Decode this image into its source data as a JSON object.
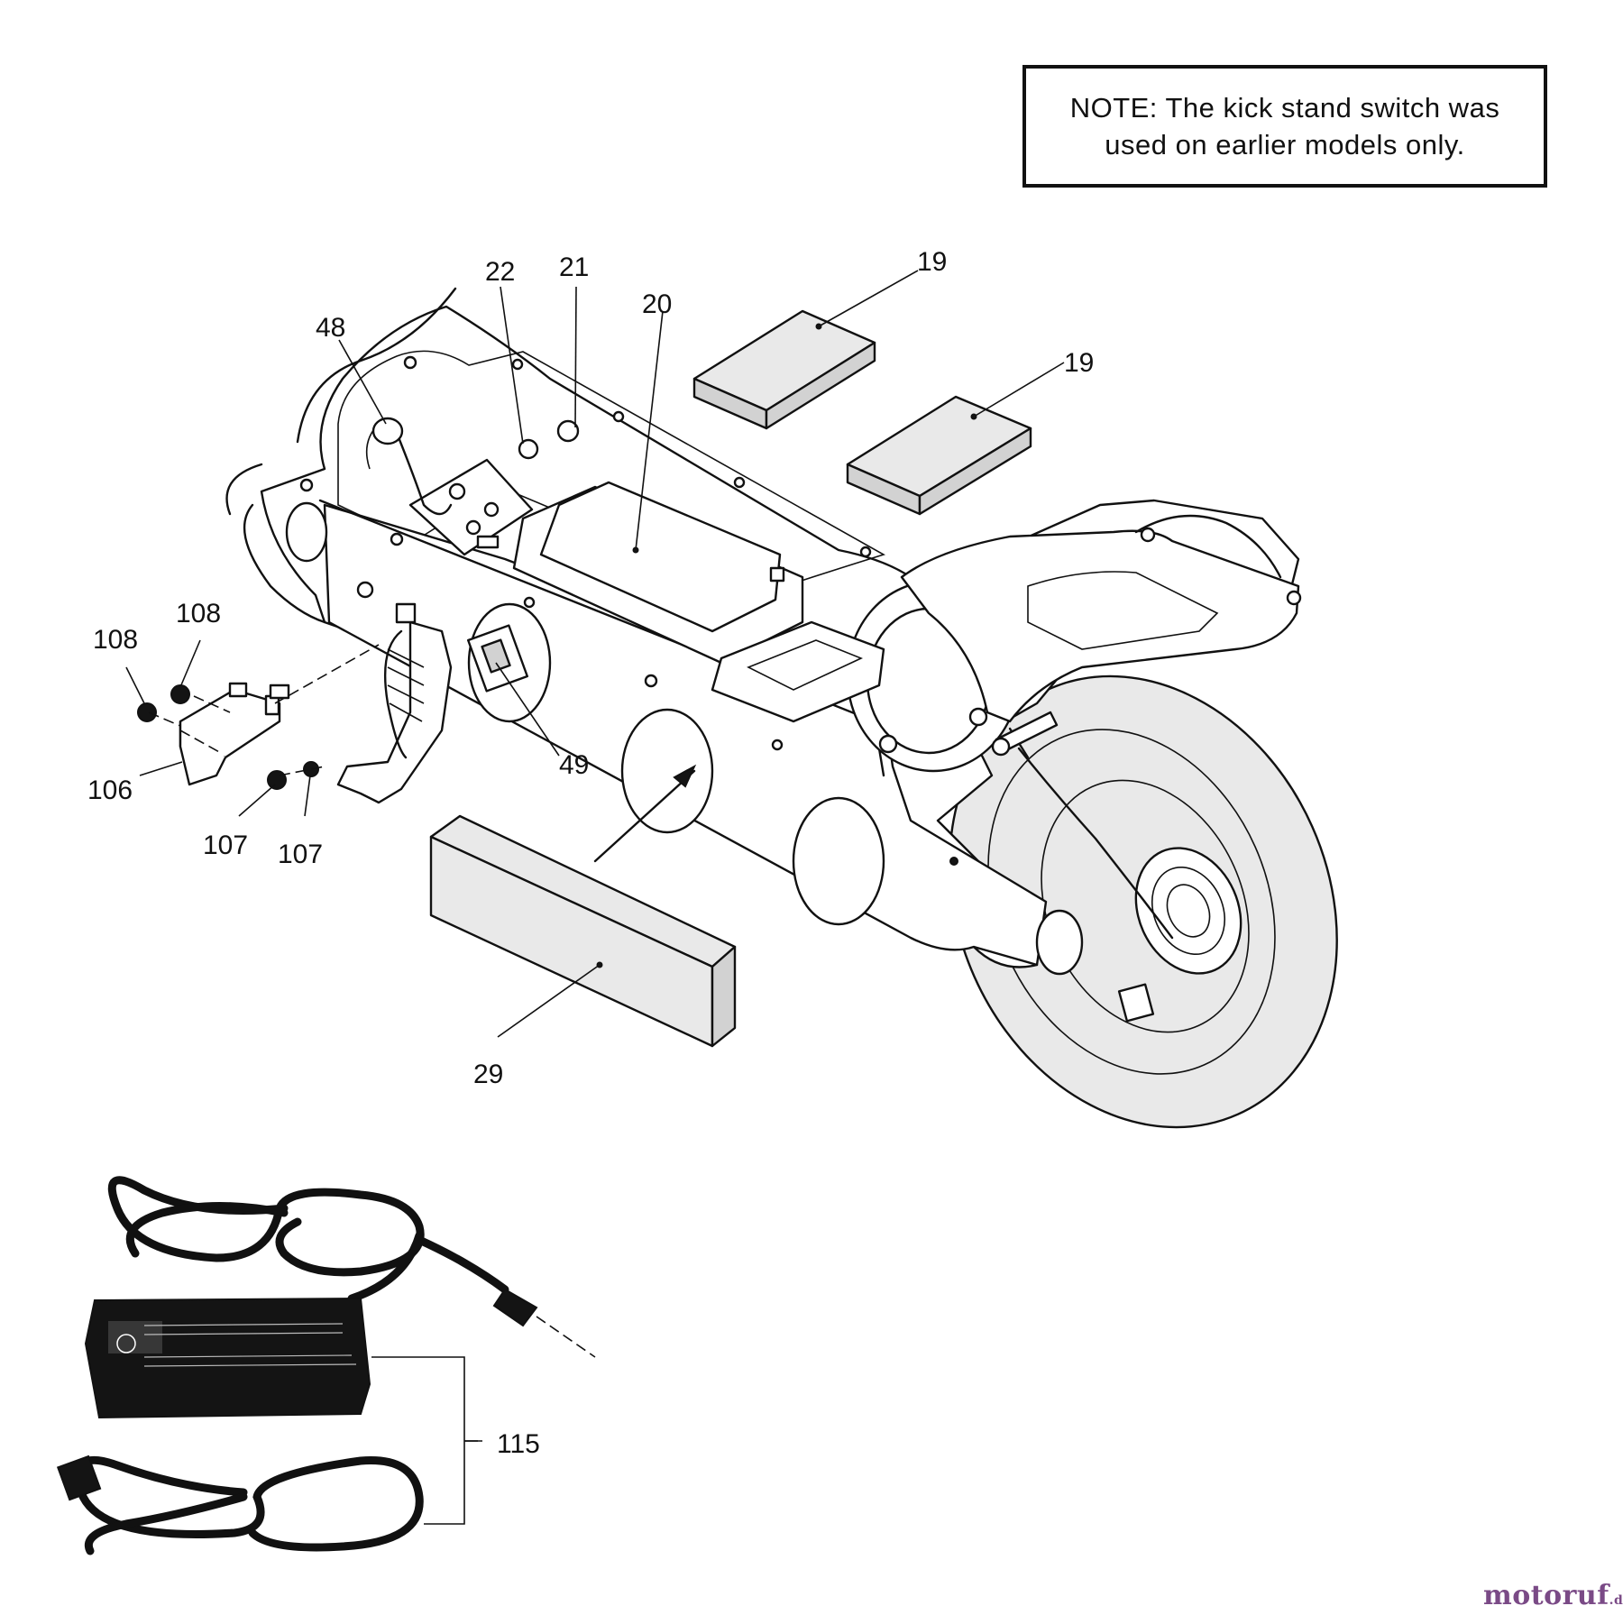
{
  "note": {
    "line1": "NOTE: The kick stand switch was",
    "line2": "used on earlier models only."
  },
  "callouts": [
    {
      "id": "c19a",
      "label": "19"
    },
    {
      "id": "c19b",
      "label": "19"
    },
    {
      "id": "c20",
      "label": "20"
    },
    {
      "id": "c21",
      "label": "21"
    },
    {
      "id": "c22",
      "label": "22"
    },
    {
      "id": "c48",
      "label": "48"
    },
    {
      "id": "c49",
      "label": "49"
    },
    {
      "id": "c29",
      "label": "29"
    },
    {
      "id": "c106",
      "label": "106"
    },
    {
      "id": "c107a",
      "label": "107"
    },
    {
      "id": "c107b",
      "label": "107"
    },
    {
      "id": "c108a",
      "label": "108"
    },
    {
      "id": "c108b",
      "label": "108"
    },
    {
      "id": "c115",
      "label": "115"
    }
  ],
  "watermark": {
    "text": "motoruf",
    "suffix": ".de"
  }
}
